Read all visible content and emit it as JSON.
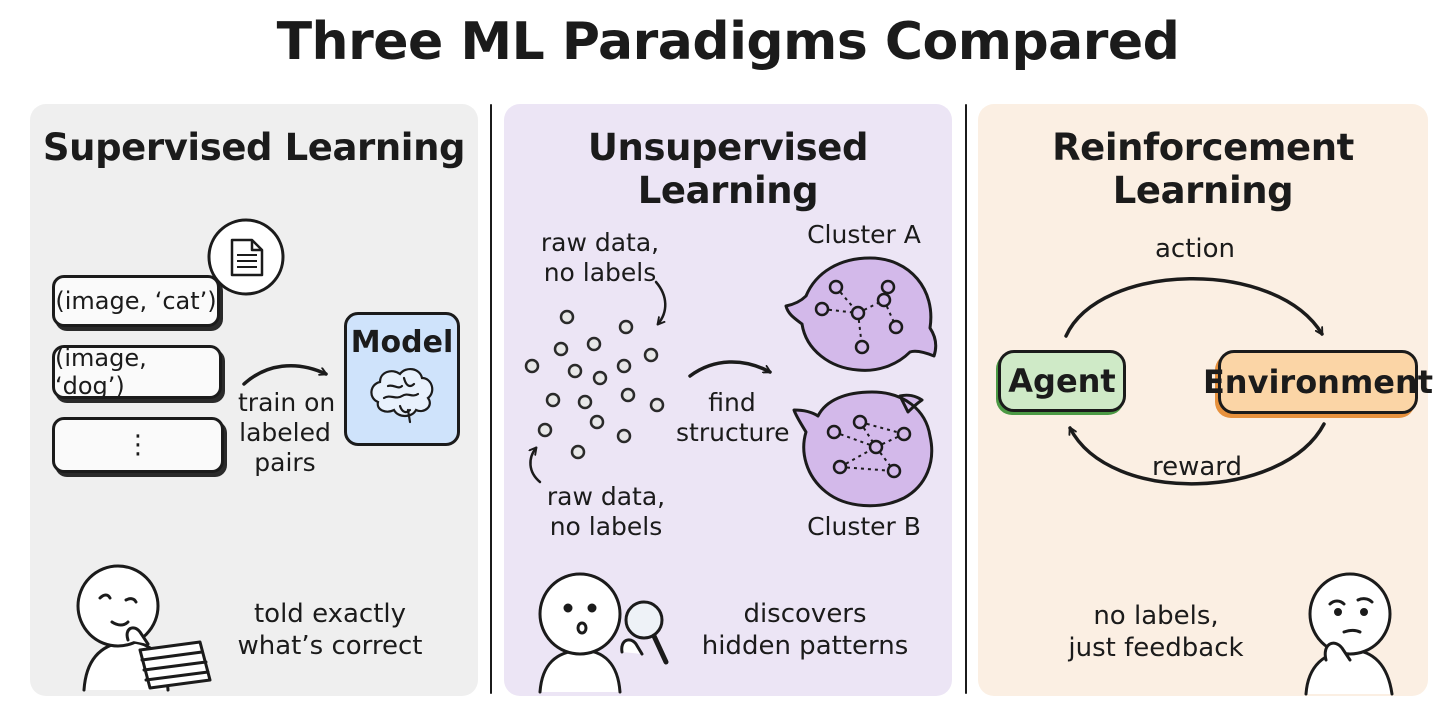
{
  "title": "Three ML Paradigms Compared",
  "panels": {
    "supervised": {
      "title": "Supervised Learning",
      "pairs": [
        "(image, ‘cat’)",
        "(image, ‘dog’)",
        "⋮"
      ],
      "model_label": "Model",
      "train_label": [
        "train on",
        "labeled",
        "pairs"
      ],
      "caption": [
        "told exactly",
        "what’s correct"
      ]
    },
    "unsupervised": {
      "title": "Unsupervised Learning",
      "raw_top": [
        "raw data,",
        "no labels"
      ],
      "raw_bottom": [
        "raw data,",
        "no labels"
      ],
      "find_label": [
        "find",
        "structure"
      ],
      "cluster_a": "Cluster A",
      "cluster_b": "Cluster B",
      "caption": [
        "discovers",
        "hidden patterns"
      ]
    },
    "reinforcement": {
      "title": "Reinforcement Learning",
      "agent": "Agent",
      "environment": "Environment",
      "action": "action",
      "reward": "reward",
      "caption": [
        "no labels,",
        "just feedback"
      ]
    }
  },
  "icons": [
    "document-icon",
    "brain-icon",
    "thinking-person-icon",
    "magnifier-person-icon",
    "arrow-icon"
  ],
  "colors": {
    "supervised_bg": "#efefef",
    "unsupervised_bg": "#ece5f5",
    "reinforcement_bg": "#fbefe3",
    "model_fill": "#cfe3fb",
    "cluster_fill": "#d3b9ea",
    "agent_fill": "#cfeac7",
    "environment_fill": "#fbd5a6"
  }
}
